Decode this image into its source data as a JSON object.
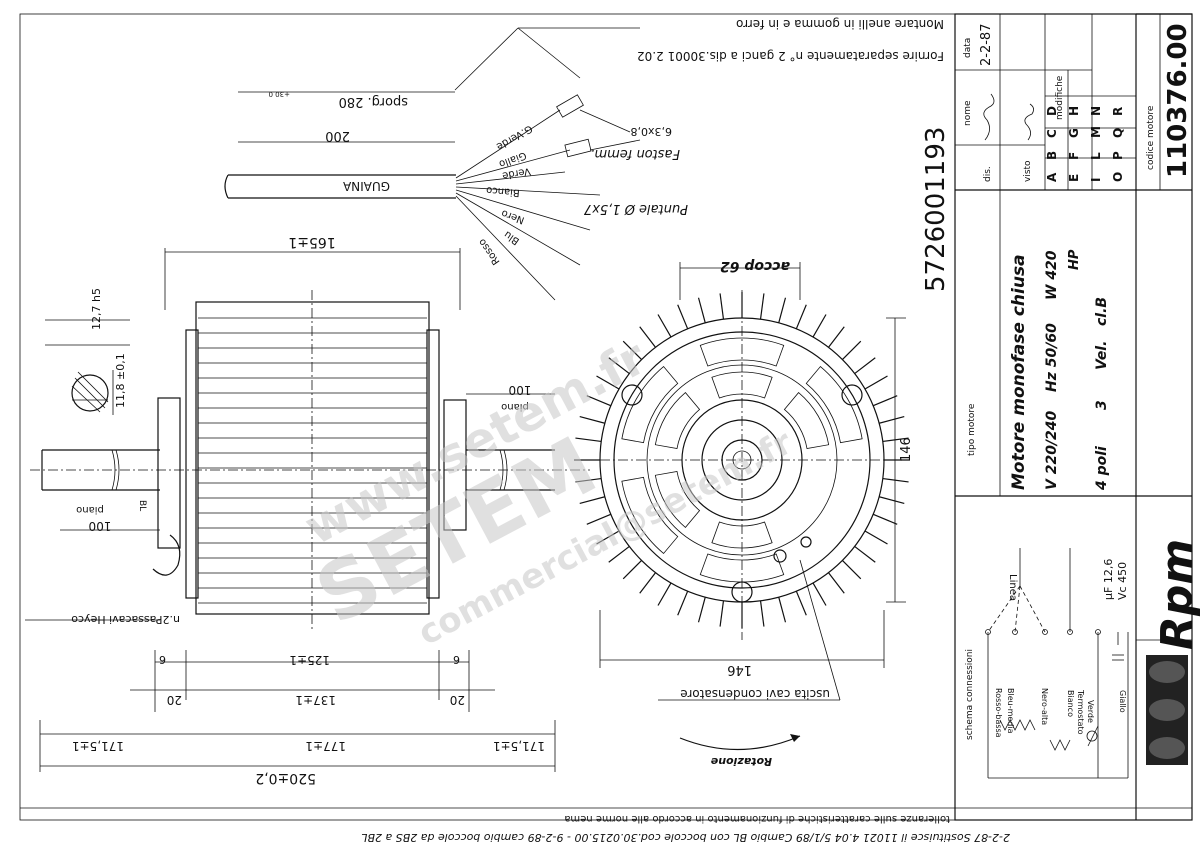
{
  "drawing": {
    "code": "5726001193",
    "notes": {
      "rings": "Montare anelli in gomma e in ferro",
      "hooks": "Fornire separatamente n° 2 ganci a dis.30001 2.02",
      "fast_on": "Faston femm.",
      "fast_on_size": "6,3x0,8",
      "puntale": "Puntale Ø 1,5x7",
      "sporg": "sporg. 280",
      "sporg_tol": "+30 0",
      "sheath": "GUAINA",
      "cable_len": "200",
      "passacavi": "n.2Passacavi Heyco",
      "cond_exit": "uscita cavi condensatore",
      "rotation": "Rotazione",
      "tolerances": "tolleranze sulle caratteristiche di funzionamento in accordo alle norme nema",
      "revisions": "2-2-87 Sostituisce il 11021 4.04   5/1/89 Cambio BL con boccole cod.30.0215.00 - 9-2-89 cambio boccole da 2BS a 2BL"
    },
    "wires": [
      "G.Verde",
      "Giallo",
      "Verde",
      "Bianco",
      "Nero",
      "Blu",
      "Rosso"
    ],
    "dimensions": {
      "d165": "165±1",
      "d100a": "100",
      "piano_a": "piano",
      "d100b": "100",
      "piano_b": "piano",
      "d146v": "146",
      "d146h": "146",
      "accop": "accop 62",
      "d127": "12,7 h5",
      "d118": "11,8 ±0,1",
      "bl": "BL",
      "d6l": "6",
      "d6r": "6",
      "d125": "125±1",
      "d20l": "20",
      "d20r": "20",
      "d137": "137±1",
      "d171l": "171,5±1",
      "d177": "177±1",
      "d171r": "171,5±1",
      "d520": "520±0,2"
    },
    "title_block": {
      "tipo_label": "tipo motore",
      "type": "Motore monofase chiusa",
      "line1_v": "V 220/240",
      "line1_hz": "Hz 50/60",
      "line1_w": "W 420",
      "hp": "HP",
      "line2_poli": "4 poli",
      "line2_vel": "3",
      "line2_vel_label": "Vel.",
      "line2_cl": "cl.B",
      "dis_label": "dis.",
      "visto_label": "visto",
      "nome_label": "nome",
      "data_label": "data",
      "date": "2-2-87",
      "modifiche_label": "modifiche",
      "mod_letters": [
        "A",
        "B",
        "C",
        "D",
        "E",
        "F",
        "G",
        "H",
        "I",
        "L",
        "M",
        "N",
        "O",
        "P",
        "Q",
        "R"
      ],
      "codice_label": "codice motore",
      "codice": "110376.00",
      "schema_label": "schema connessioni",
      "linea_label": "Linea",
      "conn_labels": [
        "Rosso-bassa",
        "Bleu-media",
        "Nero-alta",
        "Bianco",
        "Termostato",
        "Verde",
        "Giallo"
      ],
      "cap_uf": "μF 12,6",
      "cap_v": "Vc 450",
      "brand": "Rpm"
    },
    "watermark": {
      "line1": "www.setem.fr",
      "line2": "SETEM",
      "line3": "commercial@setem.fr"
    }
  }
}
